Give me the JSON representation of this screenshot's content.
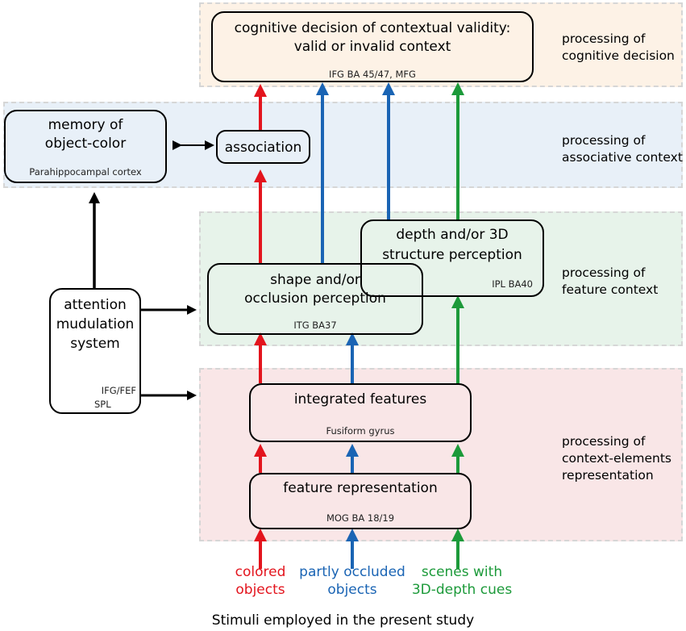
{
  "colors": {
    "red": "#e3141d",
    "blue": "#1a64b4",
    "green": "#1c9a3a",
    "band_cognitive": "#fdf2e6",
    "band_associative": "#e8f0f8",
    "band_feature": "#e7f3ea",
    "band_context": "#f9e6e7"
  },
  "boxes": {
    "cognitive": {
      "line1": "cognitive decision of contextual validity:",
      "line2": "valid or invalid context",
      "region": "IFG BA 45/47, MFG"
    },
    "memory": {
      "line1": "memory of",
      "line2": "object-color",
      "region": "Parahippocampal cortex"
    },
    "association": {
      "label": "association"
    },
    "depth": {
      "line1": "depth and/or 3D",
      "line2": "structure perception",
      "region": "IPL BA40"
    },
    "shape": {
      "line1": "shape and/or",
      "line2": "occlusion perception",
      "region": "ITG BA37"
    },
    "attention": {
      "line1": "attention",
      "line2": "mudulation",
      "line3": "system",
      "region1": "IFG/FEF",
      "region2": "SPL"
    },
    "integrated": {
      "label": "integrated features",
      "region": "Fusiform gyrus"
    },
    "feature_rep": {
      "label": "feature representation",
      "region": "MOG BA 18/19"
    }
  },
  "levels": {
    "cognitive": {
      "line1": "processing of",
      "line2": "cognitive decision"
    },
    "associative": {
      "line1": "processing of",
      "line2": "associative context"
    },
    "feature": {
      "line1": "processing of",
      "line2": "feature context"
    },
    "context_elements": {
      "line1": "processing of",
      "line2": "context-elements",
      "line3": "representation"
    }
  },
  "stimuli": {
    "colored": {
      "line1": "colored",
      "line2": "objects"
    },
    "occluded": {
      "line1": "partly occluded",
      "line2": "objects"
    },
    "depth": {
      "line1": "scenes with",
      "line2": "3D-depth cues"
    },
    "caption": "Stimuli employed in the present study"
  }
}
